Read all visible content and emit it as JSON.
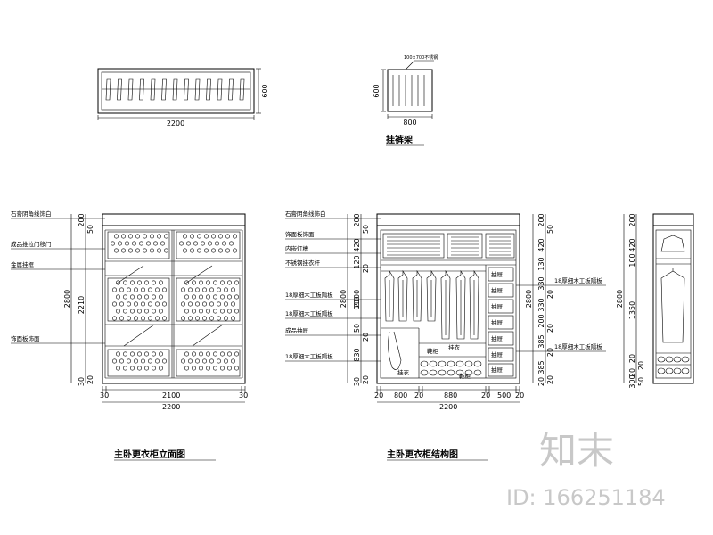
{
  "plan_views": {
    "wardrobe_plan": {
      "depth_dim": "600",
      "width_dim": "2200"
    },
    "rack_plan": {
      "top_note": "100×700不锈钢",
      "depth_dim": "600",
      "width_dim": "800",
      "title": "挂裤架"
    }
  },
  "elevation": {
    "title": "主卧更衣柜立面图",
    "callouts": [
      "石膏阴角线饰白",
      "成品推拉门移门",
      "金属挂框",
      "饰面板饰面"
    ],
    "dims_left": [
      "2800",
      "2210",
      "200",
      "50",
      "30",
      "20"
    ],
    "dims_bottom": [
      "30",
      "2100",
      "30",
      "2200"
    ]
  },
  "structure": {
    "title": "主卧更衣柜结构图",
    "callouts": [
      "石膏阴角线饰白",
      "饰面板饰面",
      "内嵌灯槽",
      "不锈钢挂衣杆",
      "18厚细木工板隔板",
      "18厚细木工板隔板",
      "成品抽屉",
      "18厚细木工板隔板"
    ],
    "dims_left": [
      "2800",
      "2100",
      "200",
      "50",
      "420",
      "120",
      "20",
      "910",
      "50",
      "20",
      "830",
      "30",
      "20"
    ],
    "dims_middle": [
      "2800",
      "200",
      "50",
      "420",
      "130",
      "330",
      "20",
      "330",
      "200",
      "20",
      "385",
      "20",
      "385",
      "20",
      "20"
    ],
    "dims_bottom": [
      "20",
      "800",
      "20",
      "880",
      "20",
      "500",
      "20",
      "2200"
    ],
    "inner_labels": [
      "抽屉",
      "抽屉",
      "抽屉",
      "抽屉",
      "抽屉",
      "抽屉",
      "鞋柜",
      "鞋柜",
      "挂衣",
      "挂衣",
      "抽屉"
    ],
    "right_callouts": [
      "18厚细木工板隔板",
      "18厚细木工板隔板"
    ]
  },
  "section": {
    "dims": [
      "2800",
      "1350",
      "200",
      "420",
      "100",
      "20",
      "20",
      "20",
      "300",
      "50"
    ]
  },
  "watermark": {
    "brand": "知末",
    "id_text": "ID: 166251184"
  }
}
